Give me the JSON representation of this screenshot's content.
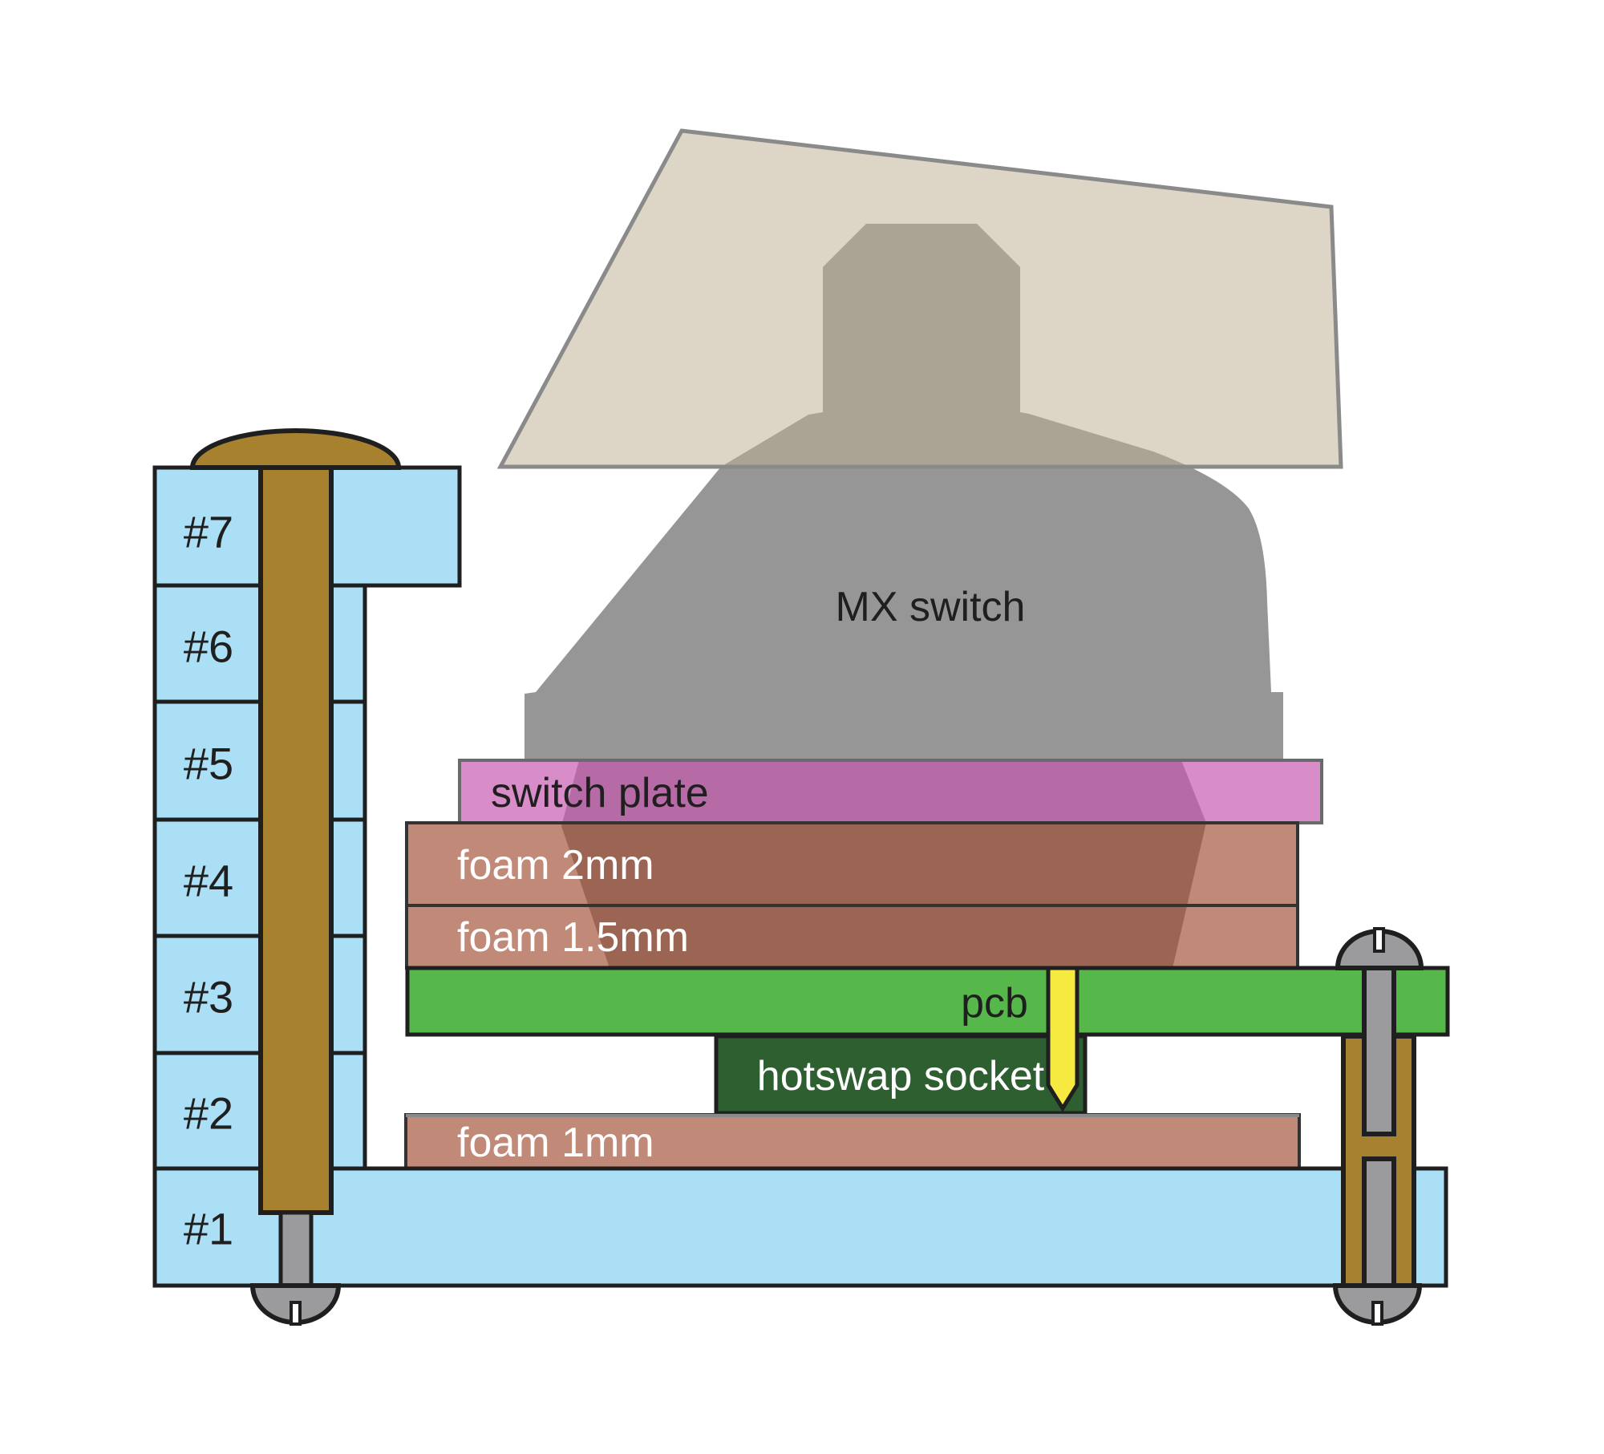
{
  "diagram": {
    "title_hint": "keyboard switch mounting stack cross-section",
    "labels": {
      "mx_switch": "MX switch",
      "switch_plate": "switch plate",
      "foam_2mm": "foam 2mm",
      "foam_1_5mm": "foam 1.5mm",
      "pcb": "pcb",
      "hotswap_socket": "hotswap socket",
      "foam_1mm": "foam 1mm"
    },
    "screw_rows": [
      "#7",
      "#6",
      "#5",
      "#4",
      "#3",
      "#2",
      "#1"
    ],
    "colors": {
      "case_blue": "#abdff5",
      "brass_screw": "#a8812f",
      "steel_screw": "#9b9b9d",
      "keycap_beige": "#ddd6c7",
      "switch_gray": "#969696",
      "plate_pink": "#d88cc8",
      "foam_brown": "#c08a79",
      "pcb_green": "#56b84a",
      "hotswap_dark_green": "#2d5f30",
      "pin_yellow": "#f6ea41",
      "outline_black": "#1f1f1f",
      "keycap_outline_gray": "#8a8a8a"
    }
  }
}
